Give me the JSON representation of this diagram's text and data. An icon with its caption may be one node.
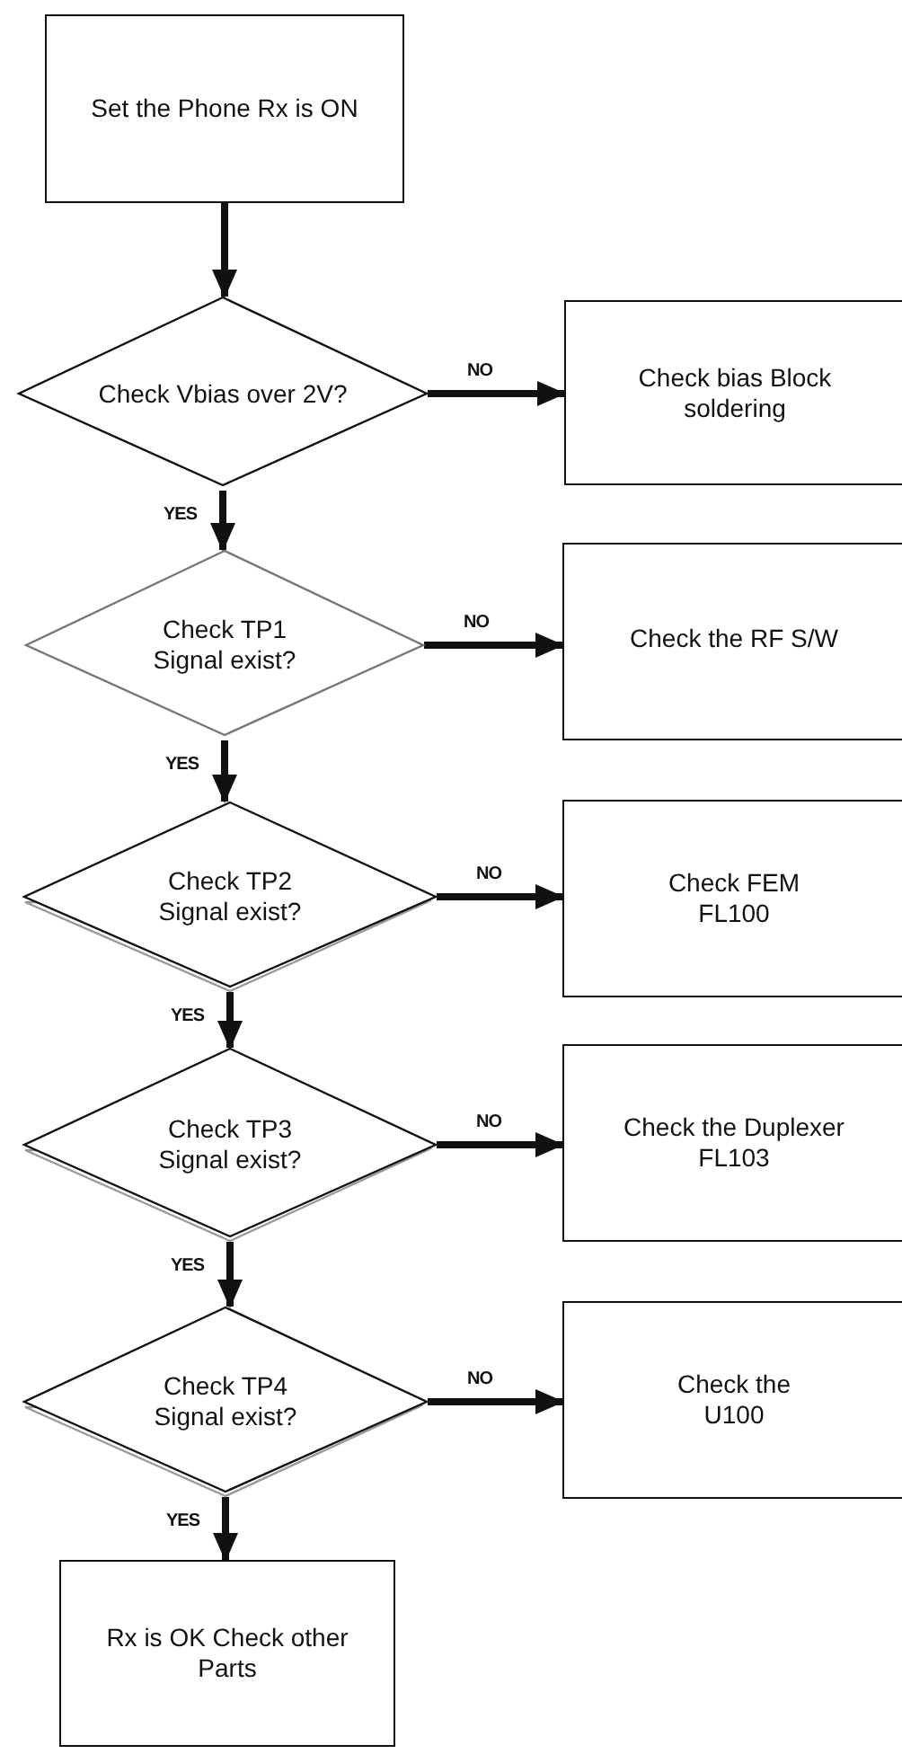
{
  "diagram": {
    "nodes": [
      {
        "text": [
          "Set the Phone Rx  is ON"
        ]
      },
      {
        "text": [
          "Check Vbias over 2V?"
        ]
      },
      {
        "text": [
          "Check bias Block soldering"
        ]
      },
      {
        "text": [
          "Check TP1 Signal exist?"
        ]
      },
      {
        "text": [
          "Check the RF S/W"
        ]
      },
      {
        "text": [
          "Check TP2 Signal exist?"
        ]
      },
      {
        "text": [
          "Check FEM FL100"
        ]
      },
      {
        "text": [
          "Check TP3 Signal exist?"
        ]
      },
      {
        "text": [
          "Check the Duplexer FL103"
        ]
      },
      {
        "text": [
          "Check TP4 Signal exist?"
        ]
      },
      {
        "text": [
          "Check the U100"
        ]
      },
      {
        "text": [
          "Rx is OK Check other Parts"
        ]
      }
    ],
    "edges": [
      {
        "from": 0,
        "to": 1,
        "arrow": "to"
      },
      {
        "from": 1,
        "to": 2,
        "arrow": "to",
        "label": "NO"
      },
      {
        "from": 1,
        "to": 3,
        "arrow": "to",
        "label": "YES"
      },
      {
        "from": 3,
        "to": 4,
        "arrow": "to",
        "label": "NO"
      },
      {
        "from": 3,
        "to": 5,
        "arrow": "to",
        "label": "YES"
      },
      {
        "from": 5,
        "to": 6,
        "arrow": "to",
        "label": "NO"
      },
      {
        "from": 5,
        "to": 7,
        "arrow": "to",
        "label": "YES"
      },
      {
        "from": 7,
        "to": 8,
        "arrow": "to",
        "label": "NO"
      },
      {
        "from": 7,
        "to": 9,
        "arrow": "to",
        "label": "YES"
      },
      {
        "from": 9,
        "to": 10,
        "arrow": "to",
        "label": "NO"
      },
      {
        "from": 9,
        "to": 11,
        "arrow": "to",
        "label": "YES"
      }
    ]
  }
}
